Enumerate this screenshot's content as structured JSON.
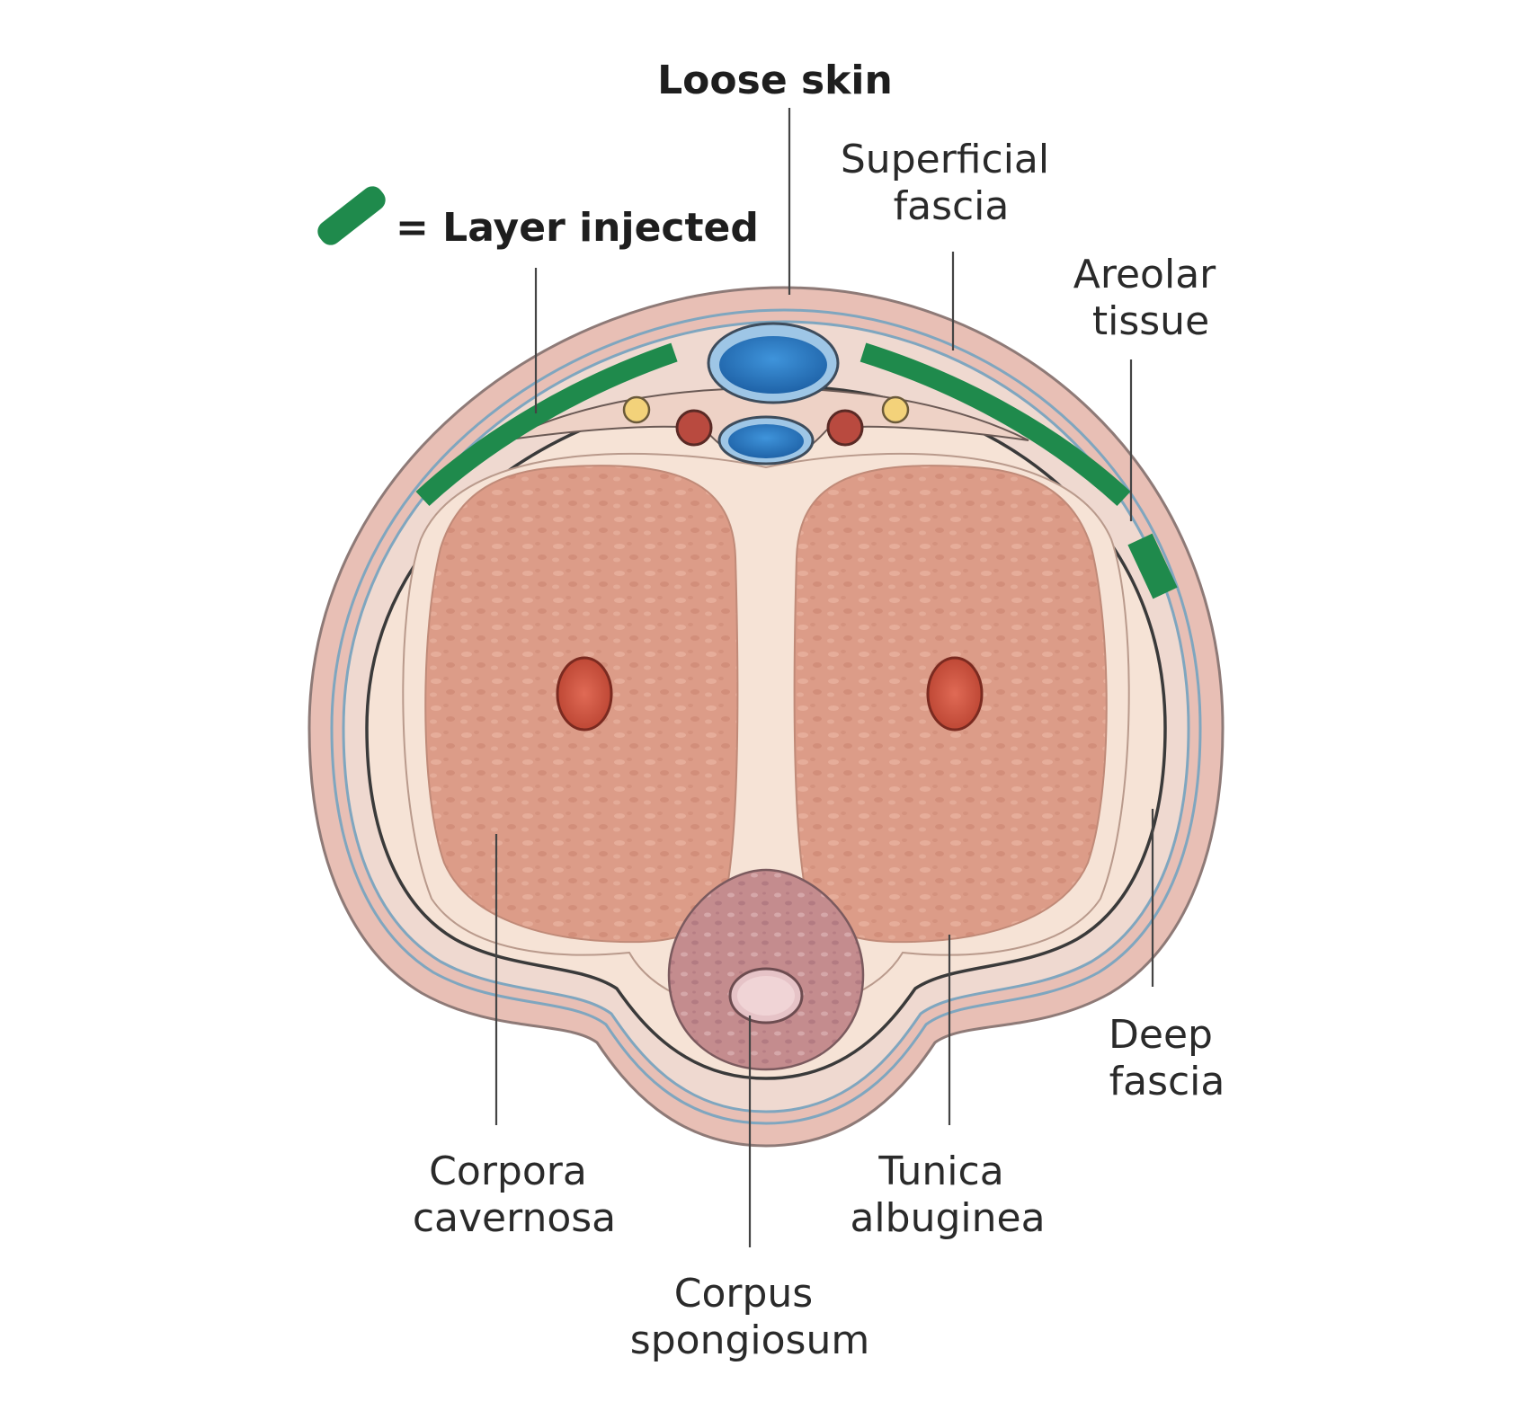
{
  "legend": {
    "symbol": "green-layer-swatch",
    "text": "= Layer injected"
  },
  "labels": {
    "loose_skin": "Loose skin",
    "superficial_fascia": [
      "Superficial",
      "fascia"
    ],
    "areolar_tissue": [
      "Areolar",
      "tissue"
    ],
    "deep_fascia": [
      "Deep",
      "fascia"
    ],
    "tunica_albuginea": [
      "Tunica",
      "albuginea"
    ],
    "corpus_spongiosum": [
      "Corpus",
      "spongiosum"
    ],
    "corpora_cavernosa": [
      "Corpora",
      "cavernosa"
    ]
  },
  "colors": {
    "injected_layer": "#1f8a4c",
    "skin": "#e8bfb5",
    "fascia_line": "#7fa6bf",
    "tunica": "#f6e3d6",
    "cavernosa": "#dc9c88",
    "spongiosum": "#c98f90",
    "vein": "#2f7cc4",
    "artery": "#c0392b",
    "nerve": "#f3d27a"
  }
}
